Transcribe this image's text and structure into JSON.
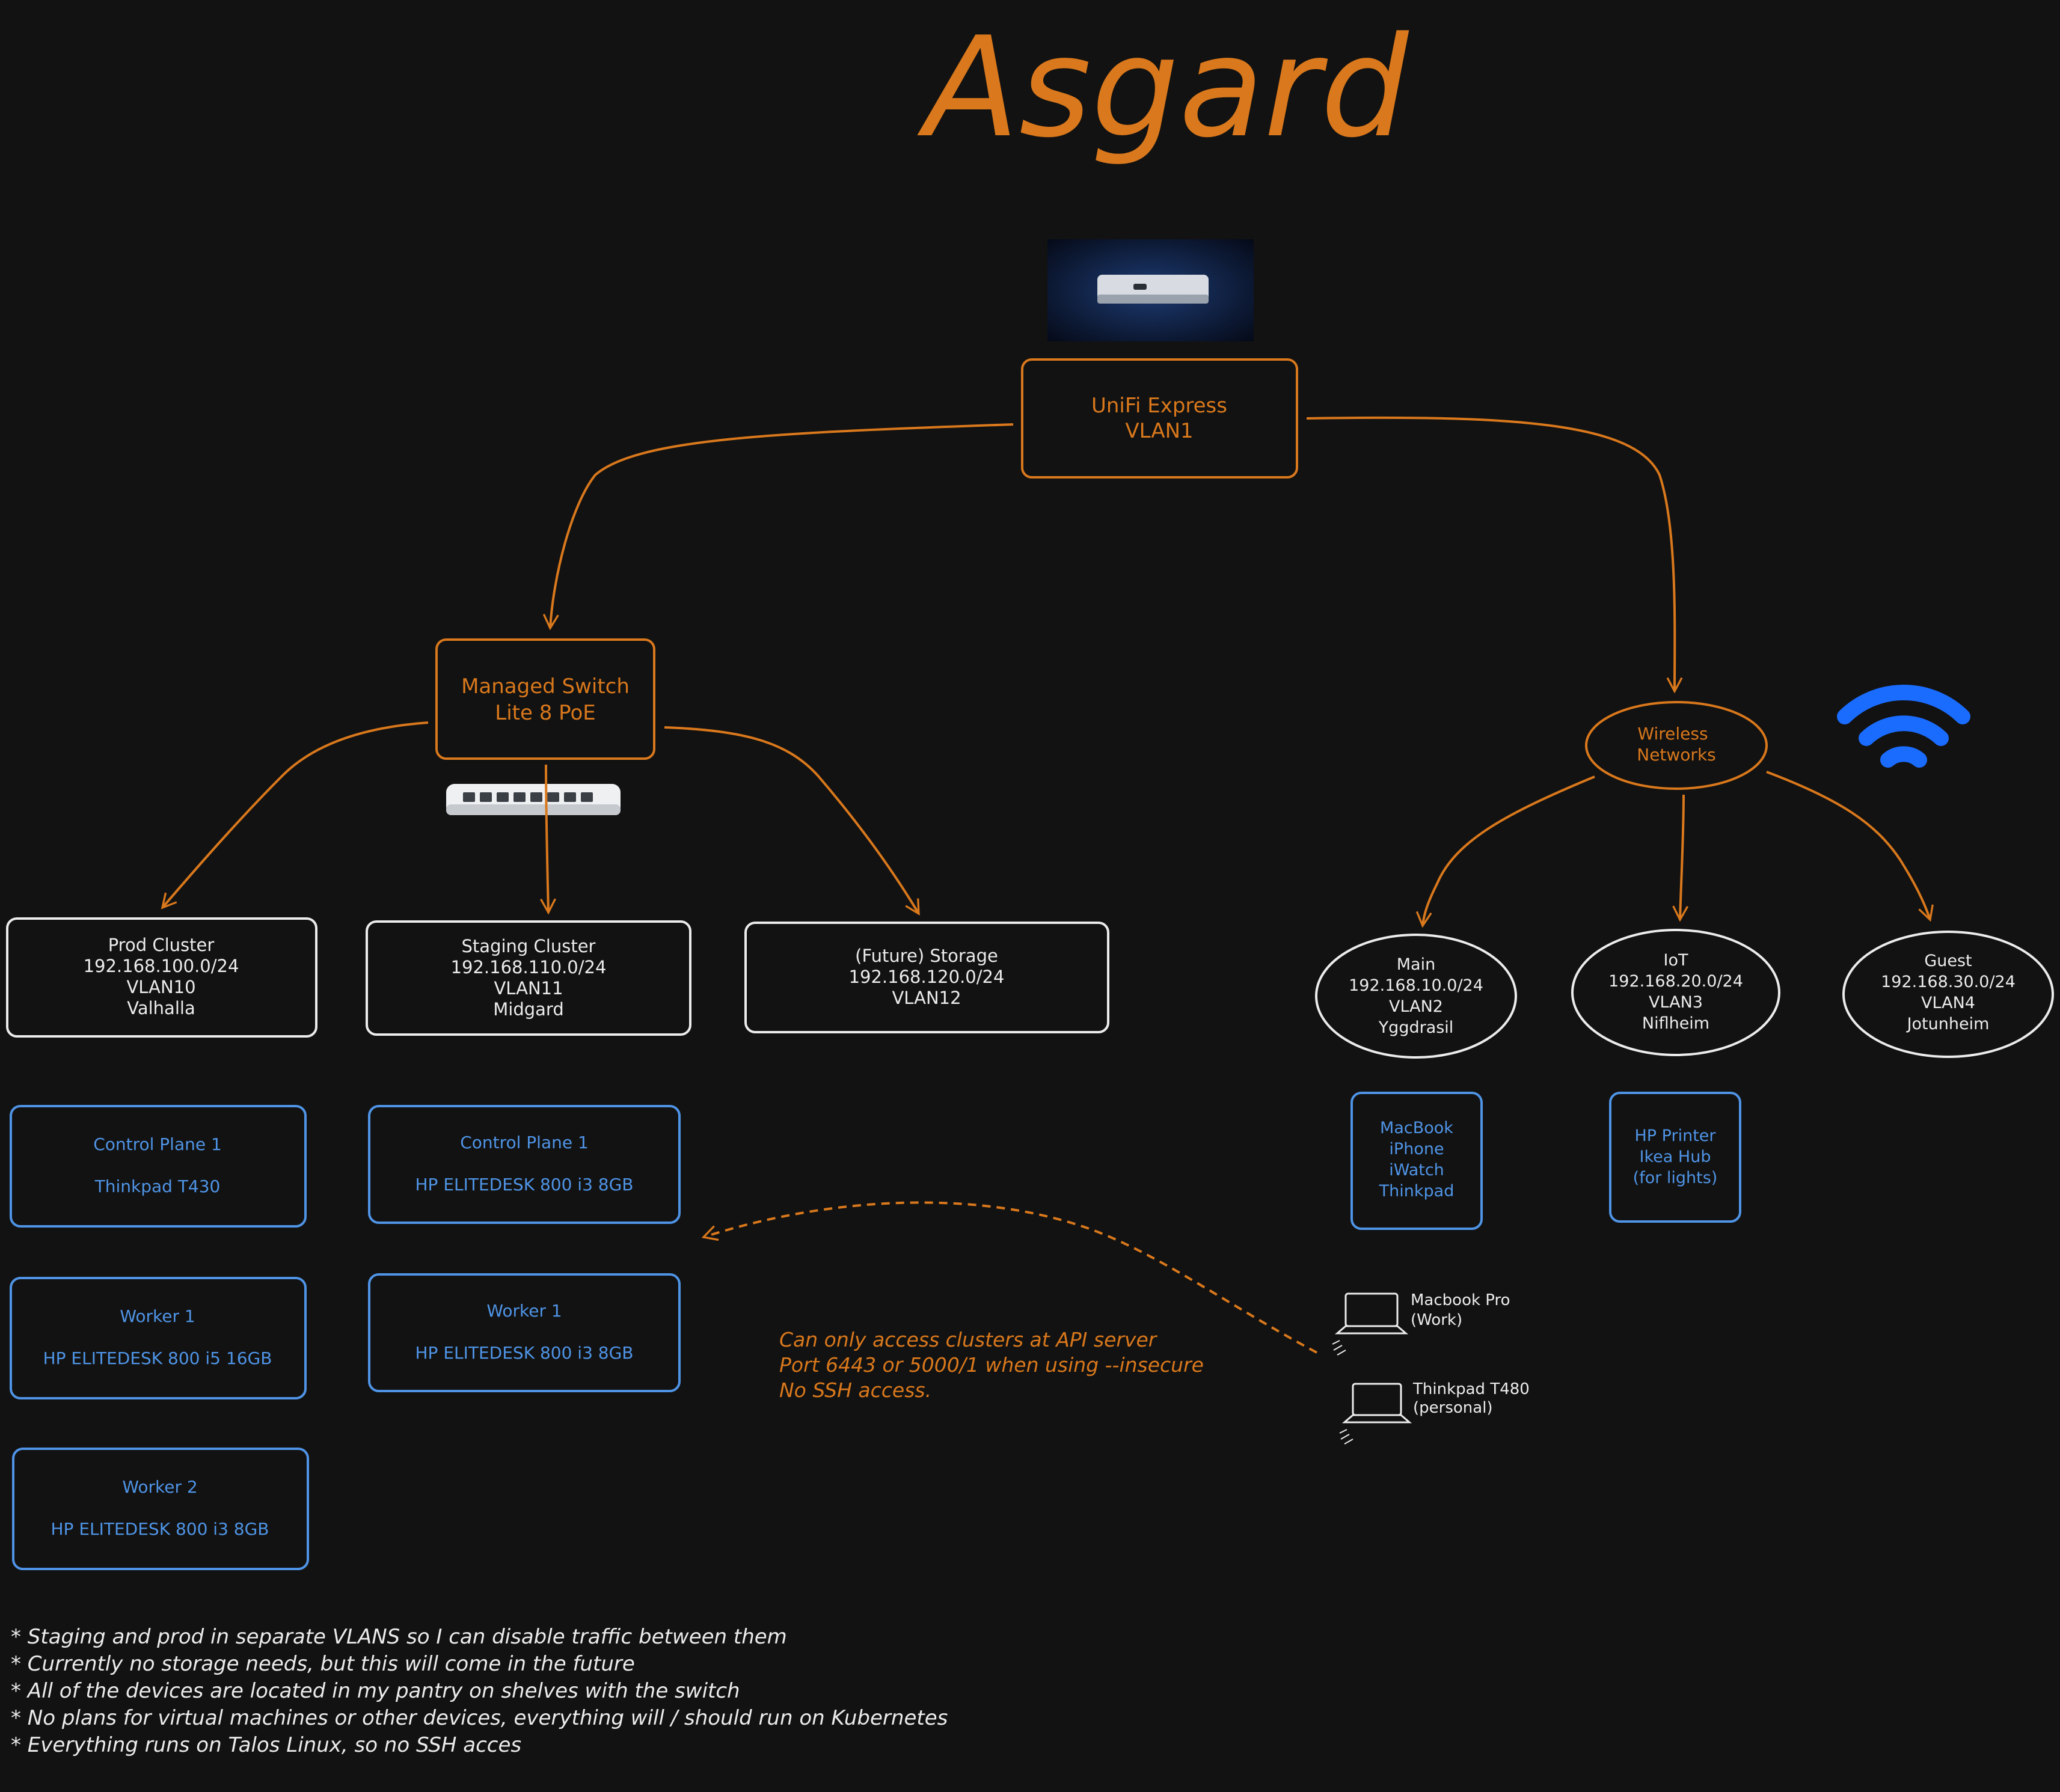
{
  "title": "Asgard",
  "colors": {
    "background": "#121212",
    "accent_orange": "#d9781c",
    "device_blue": "#4f94e6",
    "white": "#ececec",
    "wifi_blue": "#1a6cff"
  },
  "router": {
    "label_line1": "UniFi Express",
    "label_line2": "VLAN1",
    "image": "unifi-express-router-photo"
  },
  "switch": {
    "label_line1": "Managed Switch",
    "label_line2": "Lite 8 PoE",
    "image": "ethernet-switch-photo"
  },
  "wireless": {
    "label_line1": "Wireless",
    "label_line2": "Networks",
    "icon": "wifi-icon"
  },
  "clusters": [
    {
      "l1": "Prod Cluster",
      "l2": "192.168.100.0/24",
      "l3": "VLAN10",
      "l4": "Valhalla"
    },
    {
      "l1": "Staging Cluster",
      "l2": "192.168.110.0/24",
      "l3": "VLAN11",
      "l4": "Midgard"
    },
    {
      "l1": "(Future) Storage",
      "l2": "192.168.120.0/24",
      "l3": "VLAN12"
    }
  ],
  "wifi_networks": [
    {
      "l1": "Main",
      "l2": "192.168.10.0/24",
      "l3": "VLAN2",
      "l4": "Yggdrasil"
    },
    {
      "l1": "IoT",
      "l2": "192.168.20.0/24",
      "l3": "VLAN3",
      "l4": "Niflheim"
    },
    {
      "l1": "Guest",
      "l2": "192.168.30.0/24",
      "l3": "VLAN4",
      "l4": "Jotunheim"
    }
  ],
  "prod_nodes": [
    {
      "role": "Control Plane 1",
      "hw": "Thinkpad T430"
    },
    {
      "role": "Worker 1",
      "hw": "HP ELITEDESK 800 i5 16GB"
    },
    {
      "role": "Worker 2",
      "hw": "HP ELITEDESK 800 i3 8GB"
    }
  ],
  "staging_nodes": [
    {
      "role": "Control Plane 1",
      "hw": "HP ELITEDESK 800 i3 8GB"
    },
    {
      "role": "Worker 1",
      "hw": "HP ELITEDESK 800 i3 8GB"
    }
  ],
  "main_devices": [
    "MacBook",
    "iPhone",
    "iWatch",
    "Thinkpad"
  ],
  "iot_devices": [
    "HP Printer",
    "Ikea Hub",
    "(for lights)"
  ],
  "laptops": [
    {
      "l1": "Macbook Pro",
      "l2": "(Work)",
      "icon": "laptop-icon"
    },
    {
      "l1": "Thinkpad T480",
      "l2": "(personal)",
      "icon": "laptop-icon"
    }
  ],
  "access_note": [
    "Can only access clusters at API server",
    "Port 6443 or 5000/1 when using --insecure",
    "No SSH access."
  ],
  "notes": [
    "* Staging and prod in separate VLANS so I can disable traffic between them",
    "* Currently no storage needs, but this will come in the future",
    "* All of the devices are located in my pantry on shelves with the switch",
    "* No plans for virtual machines or other devices, everything will / should run on Kubernetes",
    "* Everything runs on Talos Linux, so no SSH acces"
  ]
}
